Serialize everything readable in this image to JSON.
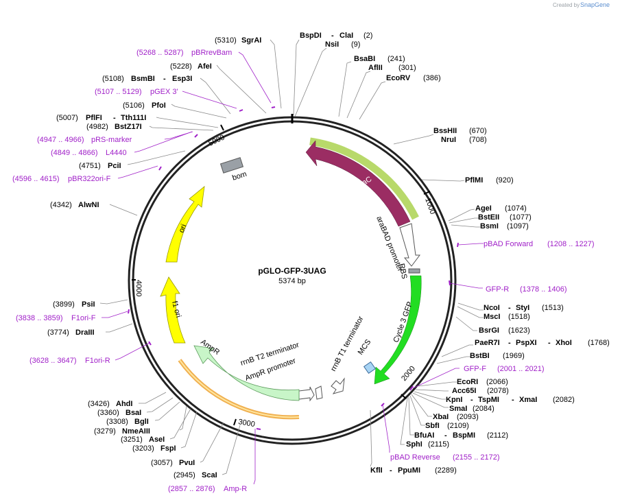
{
  "title": "pGLO-GFP-3UAG",
  "length": "5374 bp",
  "credit": {
    "prefix": "Created by",
    "brand": "SnapGene"
  },
  "ticks": [
    "1000",
    "2000",
    "3000",
    "4000",
    "5000"
  ],
  "sites": [
    {
      "pos": "(5310)",
      "name": "SgrAI"
    },
    {
      "pos": "(5228)",
      "name": "AfeI"
    },
    {
      "pos": "(5108)",
      "name": "BsmBI",
      "extra": "Esp3I"
    },
    {
      "pos": "(5106)",
      "name": "PfoI"
    },
    {
      "pos": "(5007)",
      "name": "PflFI",
      "extra": "Tth111I"
    },
    {
      "pos": "(4982)",
      "name": "BstZ17I"
    },
    {
      "pos": "(4751)",
      "name": "PciI"
    },
    {
      "pos": "(4342)",
      "name": "AlwNI"
    },
    {
      "pos": "(3899)",
      "name": "PsiI"
    },
    {
      "pos": "(3774)",
      "name": "DraIII"
    },
    {
      "pos": "(3426)",
      "name": "AhdI"
    },
    {
      "pos": "(3360)",
      "name": "BsaI"
    },
    {
      "pos": "(3308)",
      "name": "BglI"
    },
    {
      "pos": "(3279)",
      "name": "NmeAIII"
    },
    {
      "pos": "(3251)",
      "name": "AseI"
    },
    {
      "pos": "(3203)",
      "name": "FspI"
    },
    {
      "pos": "(3057)",
      "name": "PvuI"
    },
    {
      "pos": "(2945)",
      "name": "ScaI"
    },
    {
      "name": "BspDI",
      "extra": "ClaI",
      "pos": "(2)"
    },
    {
      "name": "NsiI",
      "pos": "(9)"
    },
    {
      "name": "BsaBI",
      "pos": "(241)"
    },
    {
      "name": "AflII",
      "pos": "(301)"
    },
    {
      "name": "EcoRV",
      "pos": "(386)"
    },
    {
      "name": "BssHII",
      "pos": "(670)"
    },
    {
      "name": "NruI",
      "pos": "(708)"
    },
    {
      "name": "PflMI",
      "pos": "(920)"
    },
    {
      "name": "AgeI",
      "pos": "(1074)"
    },
    {
      "name": "BstEII",
      "pos": "(1077)"
    },
    {
      "name": "BsmI",
      "pos": "(1097)"
    },
    {
      "name": "NcoI",
      "extra": "StyI",
      "pos": "(1513)"
    },
    {
      "name": "MscI",
      "pos": "(1518)"
    },
    {
      "name": "BsrGI",
      "pos": "(1623)"
    },
    {
      "name": "PaeR7I",
      "extra": "PspXI",
      "extra2": "XhoI",
      "pos": "(1768)"
    },
    {
      "name": "BstBI",
      "pos": "(1969)"
    },
    {
      "name": "EcoRI",
      "pos": "(2066)"
    },
    {
      "name": "Acc65I",
      "pos": "(2078)"
    },
    {
      "name": "KpnI",
      "extra": "TspMI",
      "extra2": "XmaI",
      "pos": "(2082)"
    },
    {
      "name": "SmaI",
      "pos": "(2084)"
    },
    {
      "name": "XbaI",
      "pos": "(2093)"
    },
    {
      "name": "SbfI",
      "pos": "(2109)"
    },
    {
      "name": "BfuAI",
      "extra": "BspMI",
      "pos": "(2112)"
    },
    {
      "name": "SphI",
      "pos": "(2115)"
    },
    {
      "name": "KflI",
      "extra": "PpuMI",
      "pos": "(2289)"
    }
  ],
  "primers": [
    {
      "range": "(5268 .. 5287)",
      "name": "pBRrevBam"
    },
    {
      "range": "(5107 .. 5129)",
      "name": "pGEX 3'"
    },
    {
      "range": "(4947 .. 4966)",
      "name": "pRS-marker"
    },
    {
      "range": "(4849 .. 4866)",
      "name": "L4440"
    },
    {
      "range": "(4596 .. 4615)",
      "name": "pBR322ori-F"
    },
    {
      "range": "(3838 .. 3859)",
      "name": "F1ori-F"
    },
    {
      "range": "(3628 .. 3647)",
      "name": "F1ori-R"
    },
    {
      "range": "(2857 .. 2876)",
      "name": "Amp-R"
    },
    {
      "name": "pBAD Forward",
      "range": "(1208 .. 1227)"
    },
    {
      "name": "GFP-R",
      "range": "(1378 .. 1406)"
    },
    {
      "name": "GFP-F",
      "range": "(2001 .. 2021)"
    },
    {
      "name": "pBAD Reverse",
      "range": "(2155 .. 2172)"
    }
  ],
  "features": {
    "araC": "araC",
    "araBAD": "araBAD promoter",
    "rbs": "RBS",
    "gfp": "Cycle 3 GFP",
    "t1": "rrnB T1 terminator",
    "mcs": "MCS",
    "t2": "rrnB T2 terminator",
    "ampProm": "AmpR promoter",
    "ampR": "AmpR",
    "f1": "f1 ori",
    "ori": "ori",
    "bom": "bom"
  },
  "colors": {
    "araC": "#9b2d63",
    "araCOutline": "#b8d96a",
    "gfp": "#22dd22",
    "ampR": "#c8f5c8",
    "ampROutline": "#f0b050",
    "yellow": "#ffff00",
    "primer": "#a020c8",
    "grey": "#9aa0a6",
    "mcs": "#a8d4f4"
  }
}
